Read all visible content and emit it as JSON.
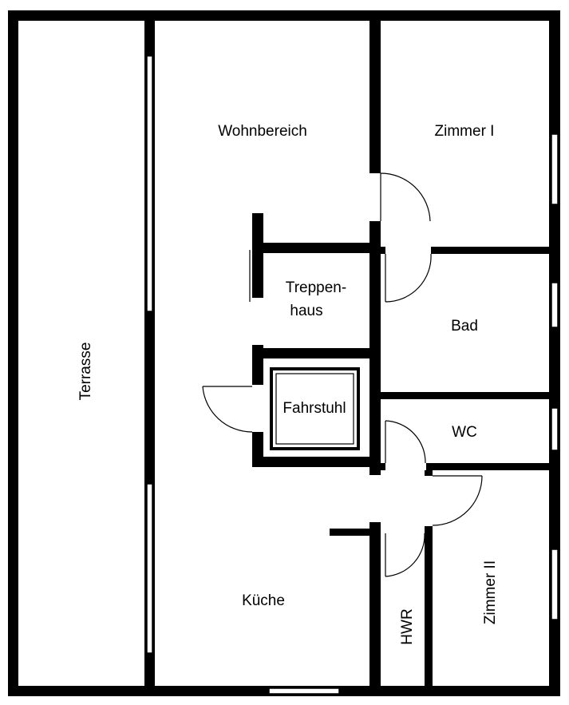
{
  "floorplan": {
    "rooms": {
      "terrasse": "Terrasse",
      "wohnbereich": "Wohnbereich",
      "zimmer1": "Zimmer I",
      "treppenhaus_1": "Treppen-",
      "treppenhaus_2": "haus",
      "bad": "Bad",
      "fahrstuhl": "Fahrstuhl",
      "wc": "WC",
      "kueche": "Küche",
      "hwr": "HWR",
      "zimmer2": "Zimmer II"
    }
  }
}
